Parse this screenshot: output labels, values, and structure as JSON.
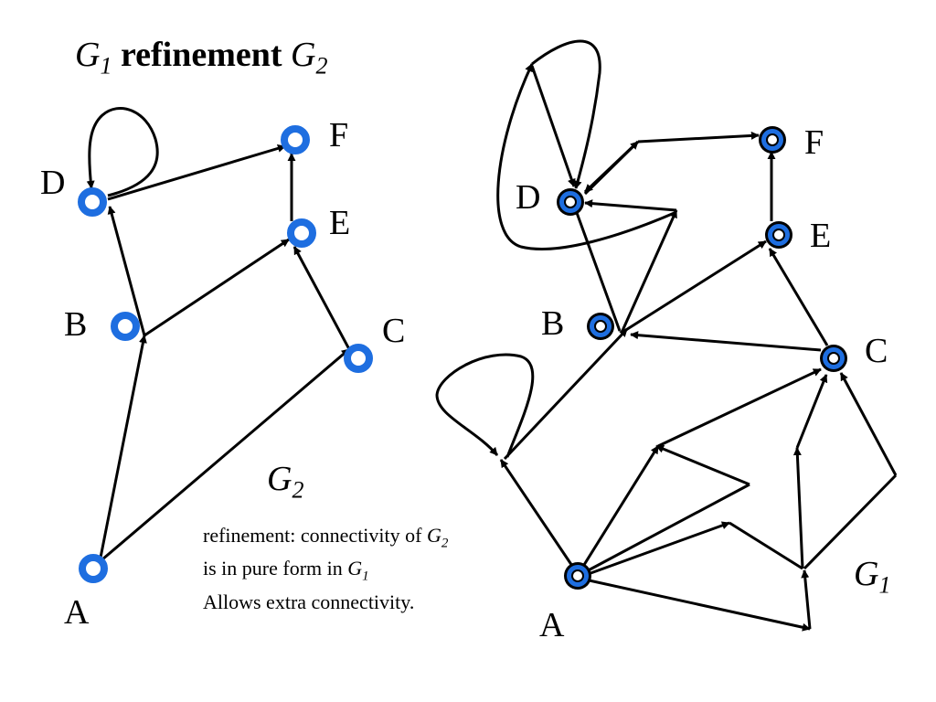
{
  "title": {
    "left_graph": "G",
    "left_sub": "1",
    "word": "refinement",
    "right_graph": "G",
    "right_sub": "2"
  },
  "graph_g2": {
    "label": "G",
    "label_sub": "2",
    "nodes": [
      "A",
      "B",
      "C",
      "D",
      "E",
      "F"
    ],
    "edges": [
      [
        "A",
        "B"
      ],
      [
        "A",
        "C"
      ],
      [
        "B",
        "D"
      ],
      [
        "B",
        "E"
      ],
      [
        "C",
        "E"
      ],
      [
        "D",
        "D"
      ],
      [
        "D",
        "F"
      ],
      [
        "E",
        "F"
      ]
    ]
  },
  "graph_g1": {
    "label": "G",
    "label_sub": "1",
    "nodes": [
      "A",
      "B",
      "C",
      "D",
      "E",
      "F"
    ]
  },
  "note": {
    "line1_prefix": "refinement: connectivity of ",
    "line1_var": "G",
    "line1_sub": "2",
    "line2_prefix": "is in pure form in ",
    "line2_var": "G",
    "line2_sub": "1",
    "line3": "Allows extra connectivity."
  },
  "colors": {
    "node_g2_fill": "#1e6ee0",
    "node_g1_fill": "#1e6ee0",
    "node_g1_ring": "#000000",
    "edge": "#000000",
    "text": "#000000"
  }
}
